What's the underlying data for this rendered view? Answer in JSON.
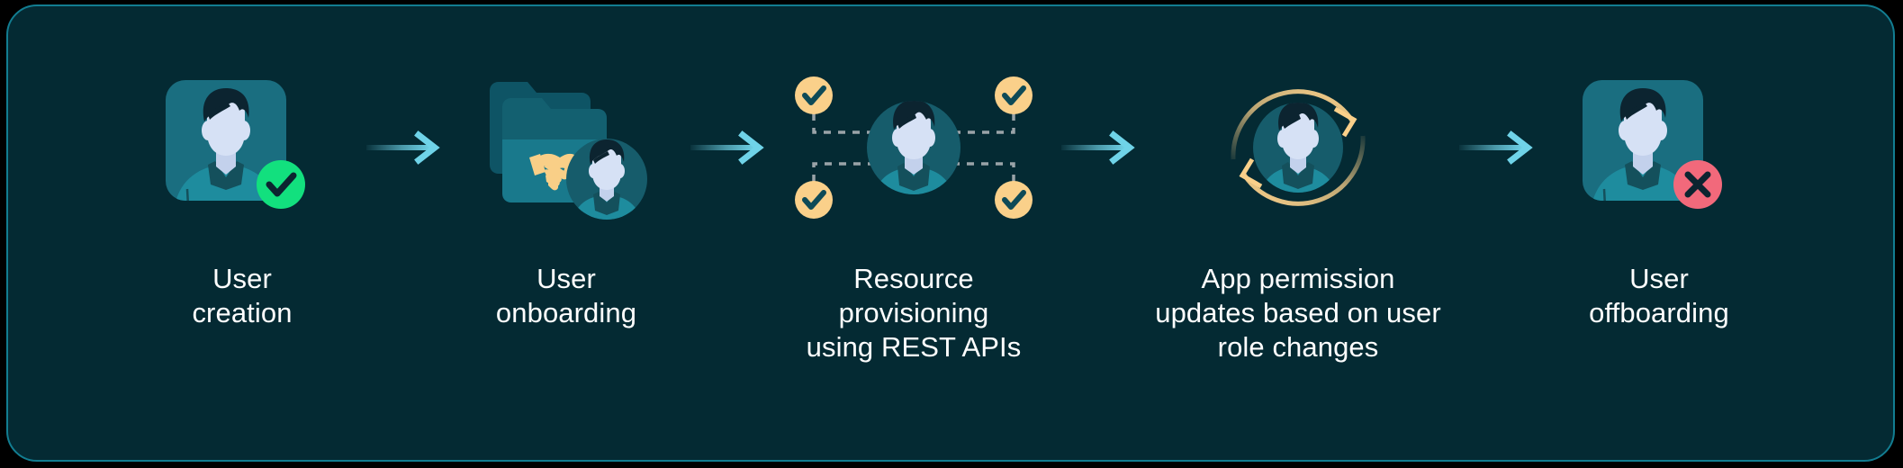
{
  "panel": {
    "background_color": "#042A33",
    "border_color": "#127D91",
    "outside_color": "#000000"
  },
  "palette": {
    "avatar_tile": "#1A6E80",
    "avatar_circle": "#165C6B",
    "shirt": "#1E8C9E",
    "collar": "#14505C",
    "hair": "#0C2430",
    "face": "#D6E1F5",
    "neck": "#C3D1EC",
    "success_green": "#12E07E",
    "danger_red": "#F2697B",
    "badge_yellow": "#FAD08A",
    "handshake_yellow": "#F9CF87",
    "arrow_cyan": "#6FD3E8",
    "dashed_line": "#9AA3A8",
    "folder_back": "#0E5465",
    "folder_mid": "#136070",
    "folder_front": "#19798C",
    "text": "#FFFFFF"
  },
  "steps": [
    {
      "id": "user-creation",
      "icon": "user-avatar-check-icon",
      "label": "User\ncreation",
      "badge": "check",
      "badge_color": "#12E07E"
    },
    {
      "id": "user-onboarding",
      "icon": "folders-handshake-avatar-icon",
      "label": "User\nonboarding",
      "badge": "handshake",
      "badge_color": "#F9CF87"
    },
    {
      "id": "resource-provisioning",
      "icon": "avatar-network-checks-icon",
      "label": "Resource provisioning\nusing REST APIs",
      "badge": "four-checks",
      "badge_color": "#FAD08A"
    },
    {
      "id": "app-permission-updates",
      "icon": "avatar-sync-arrows-icon",
      "label": "App permission\nupdates  based on user\nrole  changes",
      "badge": "sync",
      "badge_color": "#FAD08A"
    },
    {
      "id": "user-offboarding",
      "icon": "user-avatar-cross-icon",
      "label": "User\noffboarding",
      "badge": "cross",
      "badge_color": "#F2697B"
    }
  ],
  "connectors": [
    {
      "id": "connector-1",
      "icon": "arrow-right-icon",
      "color": "#6FD3E8"
    },
    {
      "id": "connector-2",
      "icon": "arrow-right-icon",
      "color": "#6FD3E8"
    },
    {
      "id": "connector-3",
      "icon": "arrow-right-icon",
      "color": "#6FD3E8"
    },
    {
      "id": "connector-4",
      "icon": "arrow-right-icon",
      "color": "#6FD3E8"
    }
  ]
}
